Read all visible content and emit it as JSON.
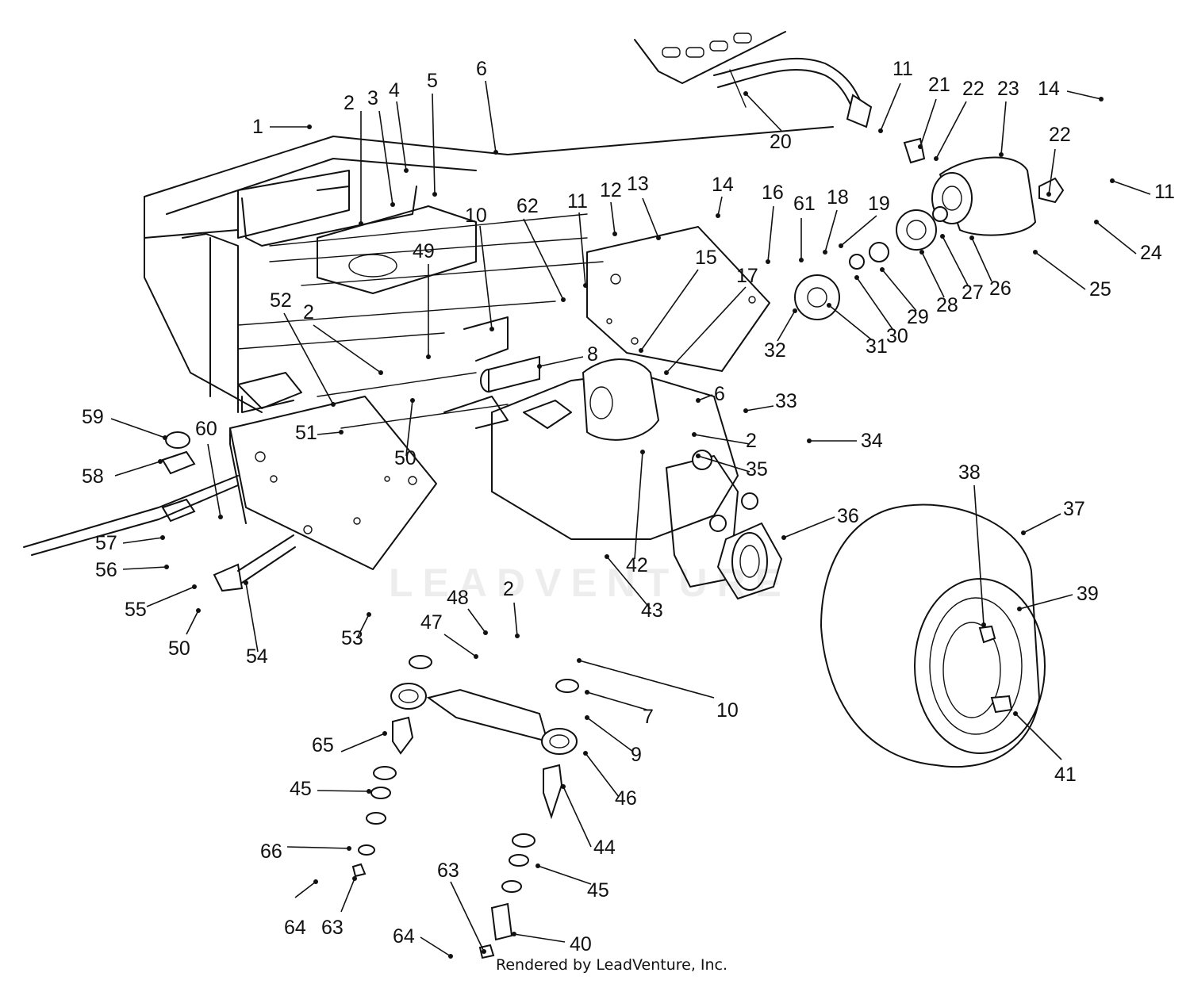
{
  "credit": "Rendered by LeadVenture, Inc.",
  "watermark": "LEADVENTURE",
  "callouts": [
    {
      "id": "1"
    },
    {
      "id": "2"
    },
    {
      "id": "3"
    },
    {
      "id": "4"
    },
    {
      "id": "5"
    },
    {
      "id": "6"
    },
    {
      "id": "20"
    },
    {
      "id": "11"
    },
    {
      "id": "21"
    },
    {
      "id": "22"
    },
    {
      "id": "23"
    },
    {
      "id": "14"
    },
    {
      "id": "22"
    },
    {
      "id": "11"
    },
    {
      "id": "24"
    },
    {
      "id": "25"
    },
    {
      "id": "26"
    },
    {
      "id": "27"
    },
    {
      "id": "28"
    },
    {
      "id": "29"
    },
    {
      "id": "30"
    },
    {
      "id": "31"
    },
    {
      "id": "32"
    },
    {
      "id": "10"
    },
    {
      "id": "62"
    },
    {
      "id": "11"
    },
    {
      "id": "12"
    },
    {
      "id": "13"
    },
    {
      "id": "14"
    },
    {
      "id": "16"
    },
    {
      "id": "61"
    },
    {
      "id": "18"
    },
    {
      "id": "19"
    },
    {
      "id": "15"
    },
    {
      "id": "17"
    },
    {
      "id": "49"
    },
    {
      "id": "52"
    },
    {
      "id": "2"
    },
    {
      "id": "8"
    },
    {
      "id": "6"
    },
    {
      "id": "33"
    },
    {
      "id": "2"
    },
    {
      "id": "34"
    },
    {
      "id": "35"
    },
    {
      "id": "59"
    },
    {
      "id": "60"
    },
    {
      "id": "58"
    },
    {
      "id": "51"
    },
    {
      "id": "50"
    },
    {
      "id": "57"
    },
    {
      "id": "56"
    },
    {
      "id": "55"
    },
    {
      "id": "50"
    },
    {
      "id": "54"
    },
    {
      "id": "53"
    },
    {
      "id": "36"
    },
    {
      "id": "37"
    },
    {
      "id": "38"
    },
    {
      "id": "39"
    },
    {
      "id": "42"
    },
    {
      "id": "43"
    },
    {
      "id": "48"
    },
    {
      "id": "2"
    },
    {
      "id": "47"
    },
    {
      "id": "10"
    },
    {
      "id": "7"
    },
    {
      "id": "9"
    },
    {
      "id": "46"
    },
    {
      "id": "65"
    },
    {
      "id": "45"
    },
    {
      "id": "66"
    },
    {
      "id": "64"
    },
    {
      "id": "63"
    },
    {
      "id": "44"
    },
    {
      "id": "45"
    },
    {
      "id": "63"
    },
    {
      "id": "64"
    },
    {
      "id": "40"
    },
    {
      "id": "41"
    }
  ]
}
